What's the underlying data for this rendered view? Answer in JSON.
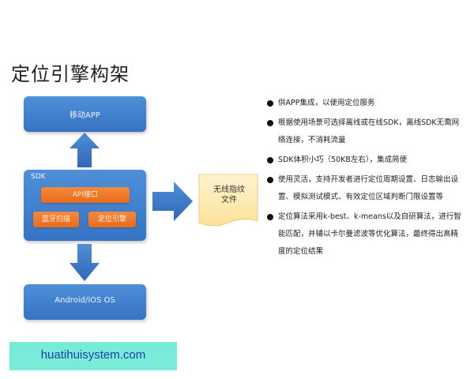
{
  "title": "定位引擎构架",
  "diagram": {
    "app_box": "移动APP",
    "sdk_box": {
      "label": "SDK",
      "api": "API接口",
      "bluetooth": "蓝牙扫描",
      "engine": "定位引擎"
    },
    "os_box": "Android/iOS OS",
    "file": {
      "line1": "无线指纹",
      "line2": "文件"
    }
  },
  "bullets": [
    "供APP集成，以便用定位服务",
    "根据使用场景可选择离线或在线SDK，离线SDK无需网络连接，不消耗流量",
    "SDK体积小巧（50KB左右），集成简便",
    "使用灵活，支持开发者进行定位周期设置、日志输出设置、模拟测试模式、有效定位区域判断门限设置等",
    "定位算法采用k-best、k-means以及自研算法，进行智能匹配，并辅以卡尔曼滤波等优化算法，最终得出高精度的定位结果"
  ],
  "watermark": "huatihuisystem.com",
  "colors": {
    "box_blue": "#3f80cc",
    "arrow_blue": "#3a78c8",
    "sub_orange": "#ee7a2c",
    "file_yellow": "#fdebb2",
    "watermark_bg": "#79ecd9",
    "watermark_text": "#1b3fa8"
  }
}
